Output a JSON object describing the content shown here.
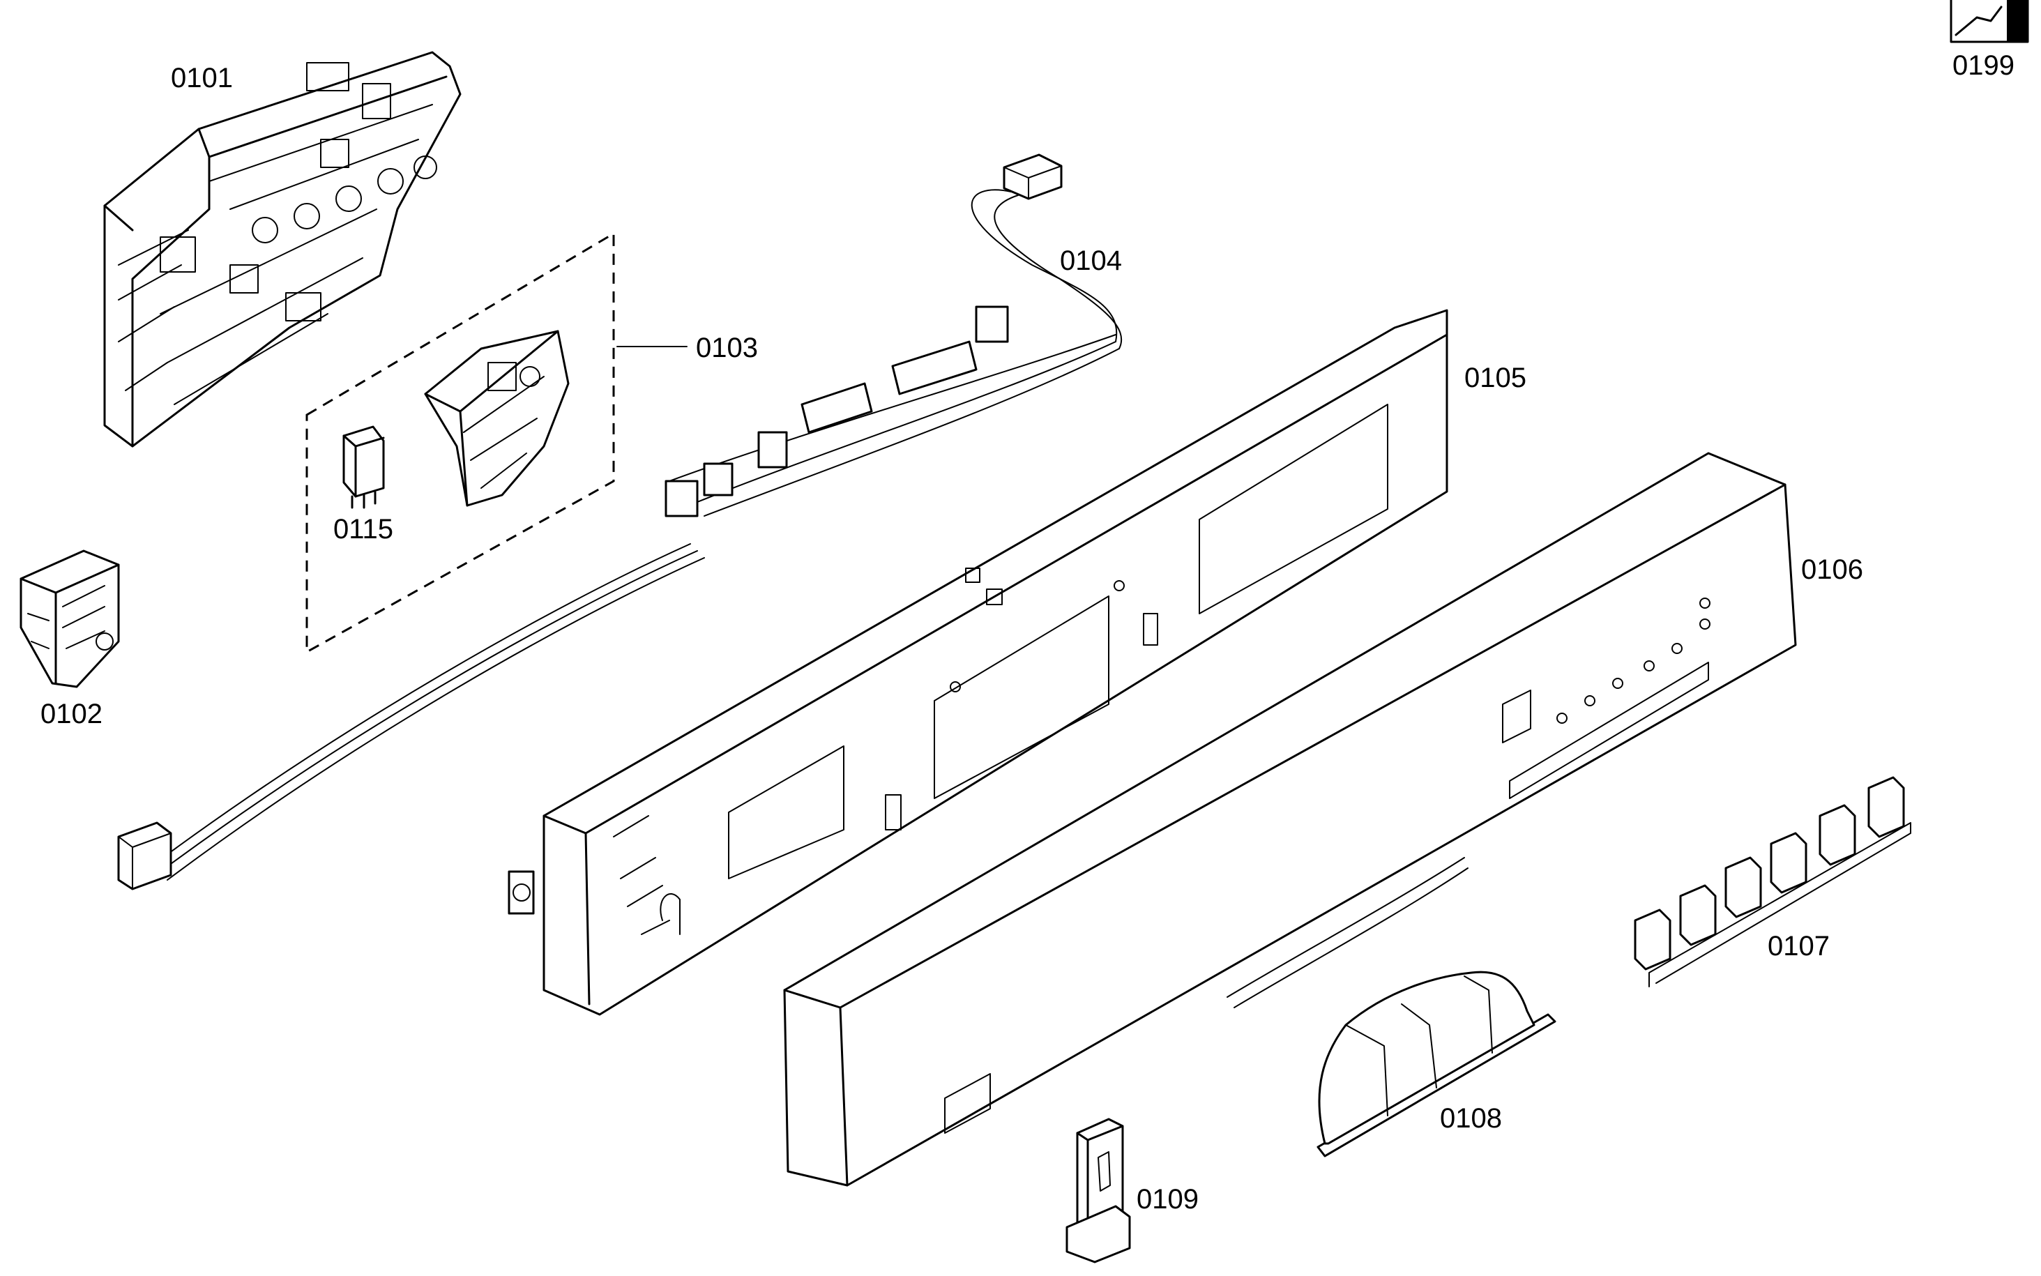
{
  "labels": {
    "p0101": "0101",
    "p0102": "0102",
    "p0103": "0103",
    "p0104": "0104",
    "p0105": "0105",
    "p0106": "0106",
    "p0107": "0107",
    "p0108": "0108",
    "p0109": "0109",
    "p0115": "0115",
    "p0199": "0199"
  }
}
